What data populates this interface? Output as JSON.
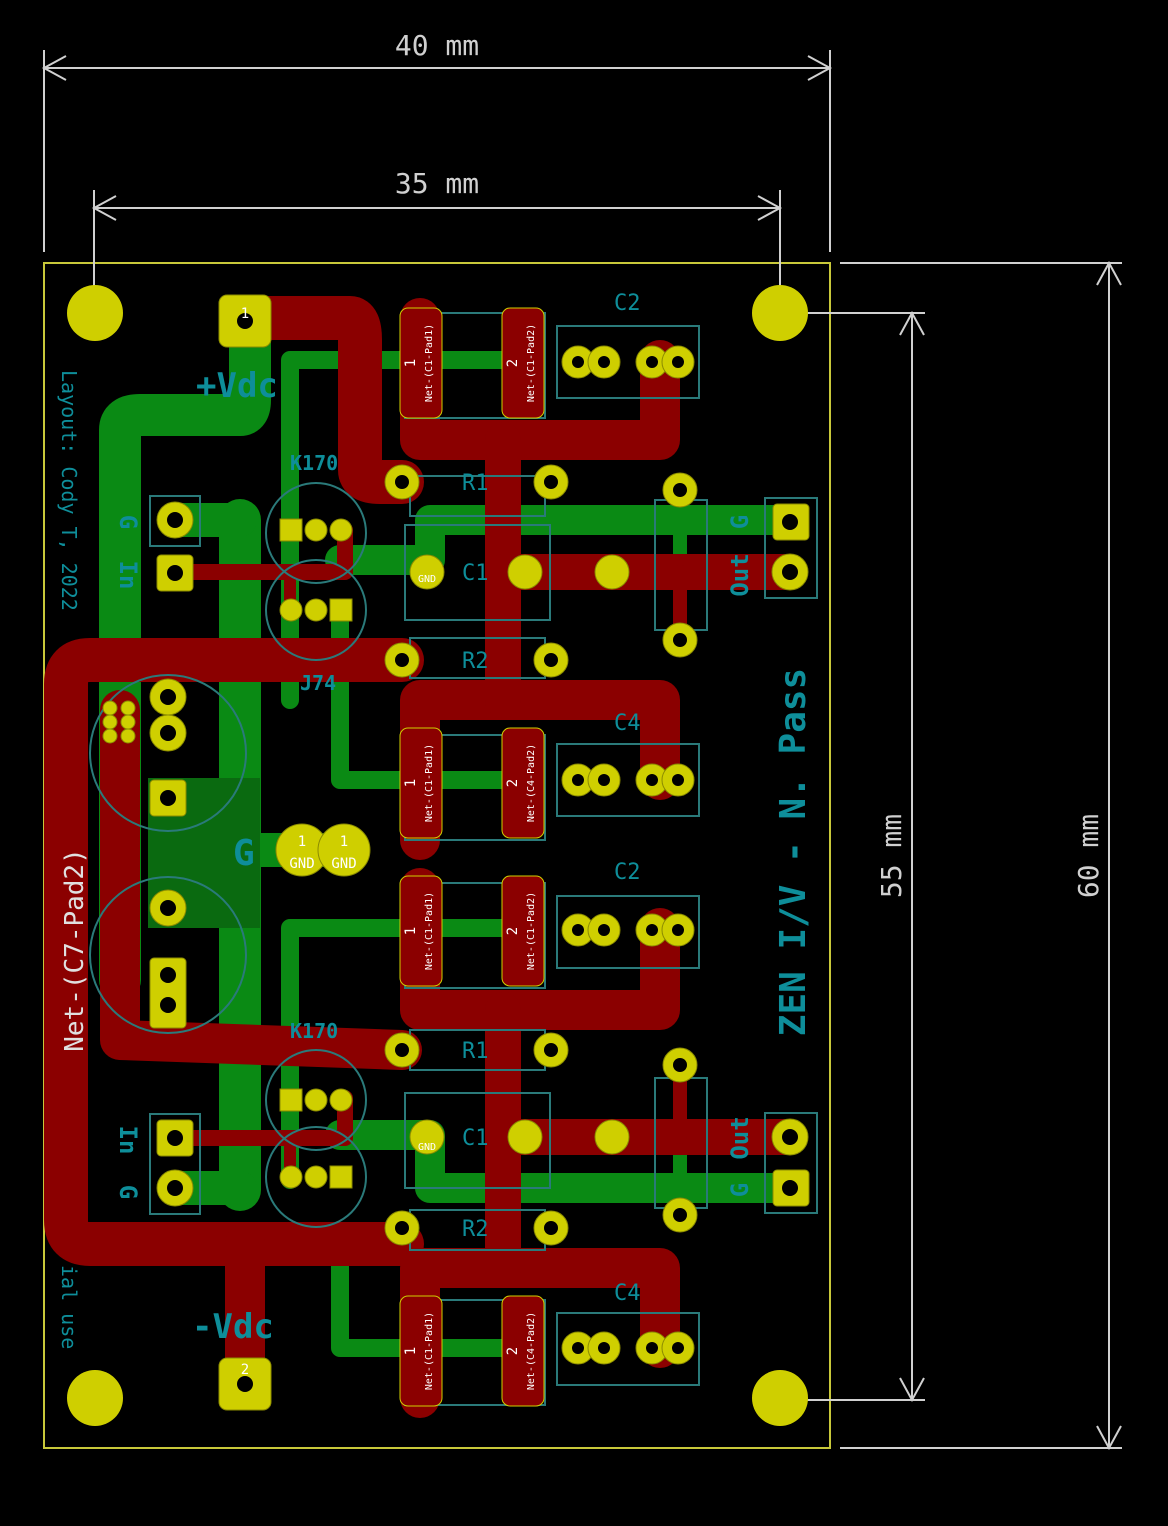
{
  "colors": {
    "background": "#000000",
    "board_outline": "#c8c83a",
    "front_copper": "#8b0000",
    "back_copper": "#0a8a14",
    "pad": "#cfcf00",
    "silkscreen": "#0e8e9a",
    "dimension": "#d0d0d0",
    "courtyard": "#2a7a7a"
  },
  "dimensions": {
    "board_width": "40 mm",
    "hole_spacing_x": "35 mm",
    "hole_spacing_y": "55 mm",
    "board_height": "60 mm"
  },
  "silk": {
    "vdc_plus": "+Vdc",
    "vdc_minus": "-Vdc",
    "title": "ZEN I/V - N. Pass",
    "layout_credit": "Layout: Cody T, 2022",
    "commercial_use": "ial use",
    "k170_top": "K170",
    "k170_bottom": "K170",
    "j74": "J74",
    "ground_g": "G",
    "in_top": "In",
    "g_top": "G",
    "in_bottom": "In",
    "g_bottom": "G",
    "out_top": "Out",
    "g_out_top": "G",
    "out_bottom": "Out",
    "g_out_bottom": "G",
    "c2_top": "C2",
    "c2_bottom": "C2",
    "c1_top": "C1",
    "c1_bottom": "C1",
    "r1_top": "R1",
    "r2_top": "R2",
    "r1_bottom": "R1",
    "r2_bottom": "R2",
    "c4_top": "C4",
    "c4_bottom": "C4"
  },
  "nets": {
    "big_net": "Net-(C7-Pad2)",
    "c1_pad1": "Net-(C1-Pad1)",
    "c1_pad2": "Net-(C1-Pad2)",
    "c4_pad2": "Net-(C4-Pad2)",
    "gnd": "GND"
  },
  "pads": {
    "vdc_plus_pin": "1",
    "vdc_minus_pin": "2",
    "gnd_pin_a": "1",
    "gnd_pin_b": "1",
    "smd_pin1": "1",
    "smd_pin2": "2"
  }
}
